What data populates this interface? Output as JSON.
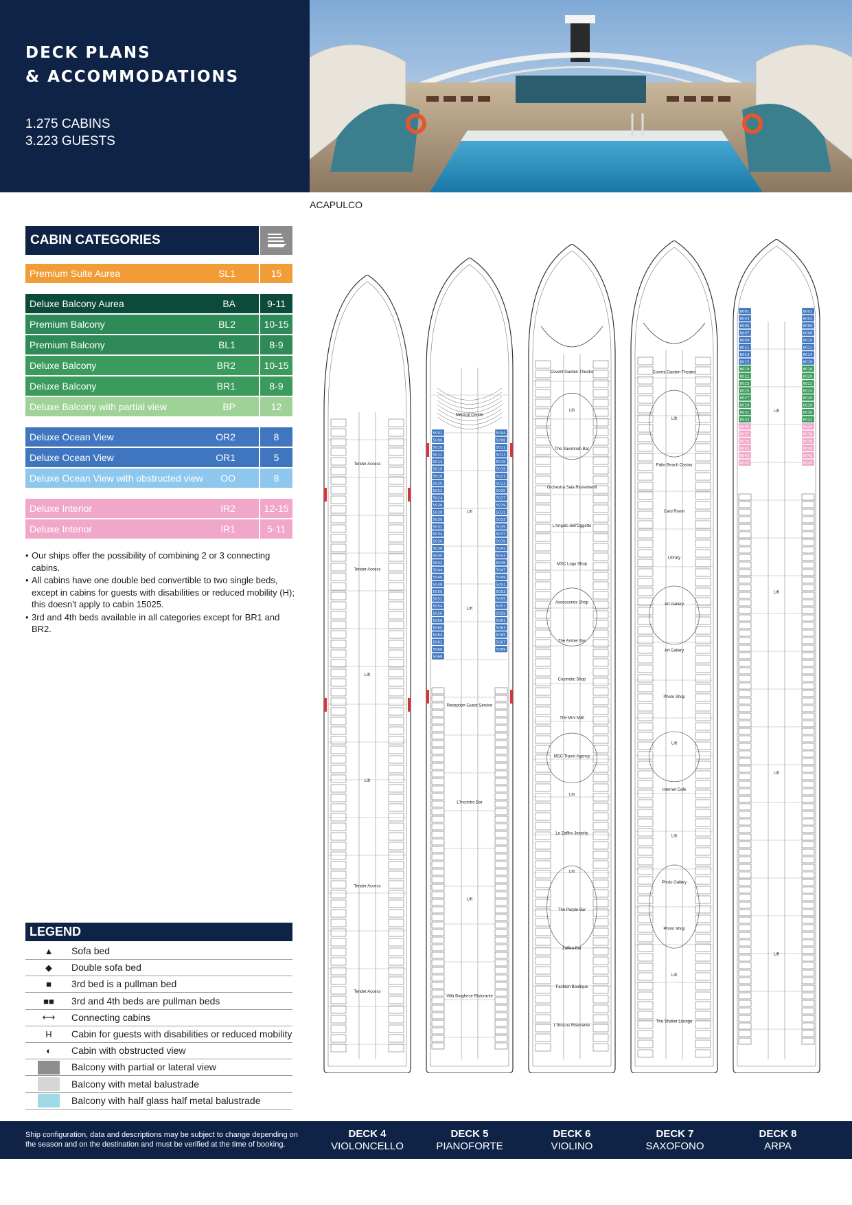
{
  "header": {
    "title_line1": "DECK PLANS",
    "title_line2": "& ACCOMMODATIONS",
    "stats_line1": "1.275 CABINS",
    "stats_line2": "3.223 GUESTS"
  },
  "photo": {
    "caption": "ACAPULCO"
  },
  "cabin_categories": {
    "title": "CABIN CATEGORIES",
    "rows": [
      {
        "name": "Premium Suite Aurea",
        "code": "SL1",
        "decks": "15",
        "color": "#f29c38"
      },
      {
        "name": "Deluxe Balcony Aurea",
        "code": "BA",
        "decks": "9-11",
        "color": "#0c4a3a"
      },
      {
        "name": "Premium Balcony",
        "code": "BL2",
        "decks": "10-15",
        "color": "#2e8b57"
      },
      {
        "name": "Premium Balcony",
        "code": "BL1",
        "decks": "8-9",
        "color": "#2e8b57"
      },
      {
        "name": "Deluxe Balcony",
        "code": "BR2",
        "decks": "10-15",
        "color": "#3b9b5c"
      },
      {
        "name": "Deluxe Balcony",
        "code": "BR1",
        "decks": "8-9",
        "color": "#3b9b5c"
      },
      {
        "name": "Deluxe Balcony with partial view",
        "code": "BP",
        "decks": "12",
        "color": "#9fd296"
      },
      {
        "name": "Deluxe Ocean View",
        "code": "OR2",
        "decks": "8",
        "color": "#3f76bf"
      },
      {
        "name": "Deluxe Ocean View",
        "code": "OR1",
        "decks": "5",
        "color": "#3f76bf"
      },
      {
        "name": "Deluxe Ocean View with obstructed view",
        "code": "OO",
        "decks": "8",
        "color": "#8ec7ee"
      },
      {
        "name": "Deluxe Interior",
        "code": "IR2",
        "decks": "12-15",
        "color": "#f0a7c9"
      },
      {
        "name": "Deluxe Interior",
        "code": "IR1",
        "decks": "5-11",
        "color": "#f0a7c9"
      }
    ]
  },
  "notes": [
    "Our ships offer the possibility of combining 2 or 3 connecting cabins.",
    "All cabins have one double bed convertible to two single beds, except in cabins for guests with disabilities or reduced mobility (H); this doesn't apply to cabin 15025.",
    "3rd and 4th beds available in all categories except for BR1 and BR2."
  ],
  "legend": {
    "title": "LEGEND",
    "rows": [
      {
        "symbol": "▲",
        "label": "Sofa bed"
      },
      {
        "symbol": "◆",
        "label": "Double sofa bed"
      },
      {
        "symbol": "■",
        "label": "3rd bed is a pullman bed"
      },
      {
        "symbol": "■■",
        "label": "3rd and 4th beds are pullman beds"
      },
      {
        "symbol": "⟷",
        "label": "Connecting cabins"
      },
      {
        "symbol": "H",
        "label": "Cabin for guests with disabilities or reduced mobility"
      },
      {
        "symbol": "◐",
        "label": "Cabin with obstructed view"
      },
      {
        "symbol": "",
        "label": "Balcony with partial or lateral view",
        "swatch": "#8e8e8e"
      },
      {
        "symbol": "",
        "label": "Balcony with metal balustrade",
        "swatch": "#d6d6d6"
      },
      {
        "symbol": "",
        "label": "Balcony with half glass half metal balustrade",
        "swatch": "#9fd9e6"
      }
    ]
  },
  "decks": [
    {
      "number": "DECK 4",
      "name": "VIOLONCELLO",
      "rooms": [
        "Tender Access",
        "Tender Access",
        "Lift",
        "Lift",
        "Tender Access",
        "Tender Access"
      ]
    },
    {
      "number": "DECK 5",
      "name": "PIANOFORTE",
      "rooms": [
        "Medical Center",
        "Lift",
        "Lift",
        "Reception-Guest Service",
        "L'Incontro Bar",
        "Lift",
        "Villa Borghese Ristorante"
      ],
      "cabins": [
        "5002",
        "5004",
        "5006",
        "5008",
        "5010",
        "5011",
        "5012",
        "5013",
        "5014",
        "5015",
        "5016",
        "5019",
        "5018",
        "5021",
        "5020",
        "5023",
        "5022",
        "5025",
        "5024",
        "5027",
        "5026",
        "5029",
        "5028",
        "5031",
        "5030",
        "5033",
        "5032",
        "5035",
        "5034",
        "5037",
        "5036",
        "5039",
        "5038",
        "5041",
        "5040",
        "5043",
        "5042",
        "5045",
        "5044",
        "5047",
        "5046",
        "5049",
        "5048",
        "5051",
        "5050",
        "5053",
        "5052",
        "5055",
        "5054",
        "5057",
        "5056",
        "5059",
        "5058",
        "5061",
        "5060",
        "5063",
        "5064",
        "5065",
        "5062",
        "5067",
        "5066",
        "5069",
        "5068"
      ]
    },
    {
      "number": "DECK 6",
      "name": "VIOLINO",
      "rooms": [
        "Covent Garden Theatre",
        "Lift",
        "The Savannah Bar",
        "Orchestra Sala Ricevimenti",
        "L'Angolo dell'Oggetto",
        "MSC Logo Shop",
        "Accessories Shop",
        "The Amber Bar",
        "Cosmetic Shop",
        "The Mini Mall",
        "MSC Travel Agency",
        "Lift",
        "Lo Zaffiro Jewelry",
        "Lift",
        "The Purple Bar",
        "Zaffiro Bar",
        "Fashion Boutique",
        "L'Ibiscus Ristorante"
      ]
    },
    {
      "number": "DECK 7",
      "name": "SAXOFONO",
      "rooms": [
        "Covent Garden Theatre",
        "Lift",
        "Palm Beach Casino",
        "Card Room",
        "Library",
        "Art Gallery",
        "Art Gallery",
        "Photo Shop",
        "Lift",
        "Internet Cafe",
        "Lift",
        "Photo Gallery",
        "Photo Shop",
        "Lift",
        "The Shaker Lounge"
      ]
    },
    {
      "number": "DECK 8",
      "name": "ARPA",
      "rooms": [
        "Lift",
        "Lift",
        "Lift",
        "Lift"
      ],
      "cabins": [
        "8001",
        "8002",
        "8003",
        "8004",
        "8005",
        "8006",
        "8007",
        "8008",
        "8009",
        "8010",
        "8011",
        "8012",
        "8013",
        "8014",
        "8015",
        "8016",
        "8019",
        "8018",
        "8021",
        "8020",
        "8023",
        "8022",
        "8025",
        "8024",
        "8027",
        "8026",
        "8029",
        "8028",
        "8031",
        "8030",
        "8033",
        "8032",
        "8035",
        "8034",
        "8037",
        "8036",
        "8039",
        "8038",
        "8041",
        "8040",
        "8043",
        "8042",
        "8045",
        "8044"
      ]
    }
  ]
}
